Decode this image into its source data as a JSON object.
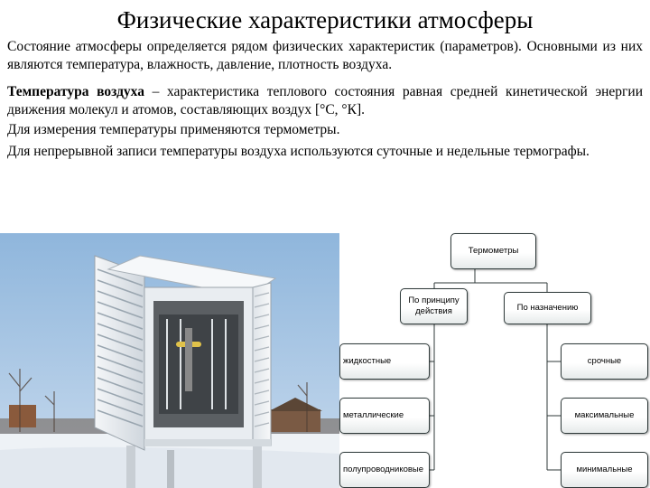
{
  "title": "Физические характеристики атмосферы",
  "paragraphs": {
    "p1": "Состояние атмосферы определяется рядом физических характеристик (параметров). Основными из них являются температура, влажность, давление, плотность воздуха.",
    "p2_bold": "Температура воздуха",
    "p2_rest": " – характеристика теплового состояния равная средней кинетической энергии движения молекул и атомов, составляющих воздух [°С, °К].",
    "p3": "Для измерения температуры применяются термометры.",
    "p4": "Для непрерывной записи температуры воздуха используются суточные и недельные термографы."
  },
  "diagram": {
    "root": "Термометры",
    "branch_left": "По принципу действия",
    "branch_right": "По назначению",
    "left_items": [
      "жидкостные",
      "металлические",
      "полупроводниковые"
    ],
    "right_items": [
      "срочные",
      "максимальные",
      "минимальные"
    ]
  },
  "colors": {
    "sky": "#a7c6e3",
    "snow": "#eef2f6",
    "booth": "#eaeef2",
    "node_border": "#2f3a3a"
  }
}
